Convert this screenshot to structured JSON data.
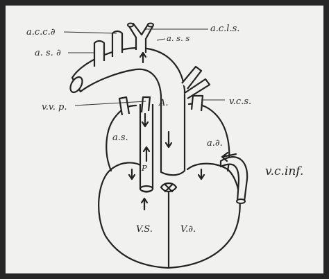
{
  "labels": {
    "acd": "a.c.c.∂",
    "acls": "a.c.l.s.",
    "asd": "a. s. ∂",
    "ass": "a. s. s",
    "vvp": "v.v. p.",
    "vcs": "v.c.s.",
    "A": "A.",
    "as": "a.s.",
    "ad": "a.∂.",
    "p": "P",
    "vcinf": "v.c.inf.",
    "vs": "V.S.",
    "vd": "V.∂."
  }
}
